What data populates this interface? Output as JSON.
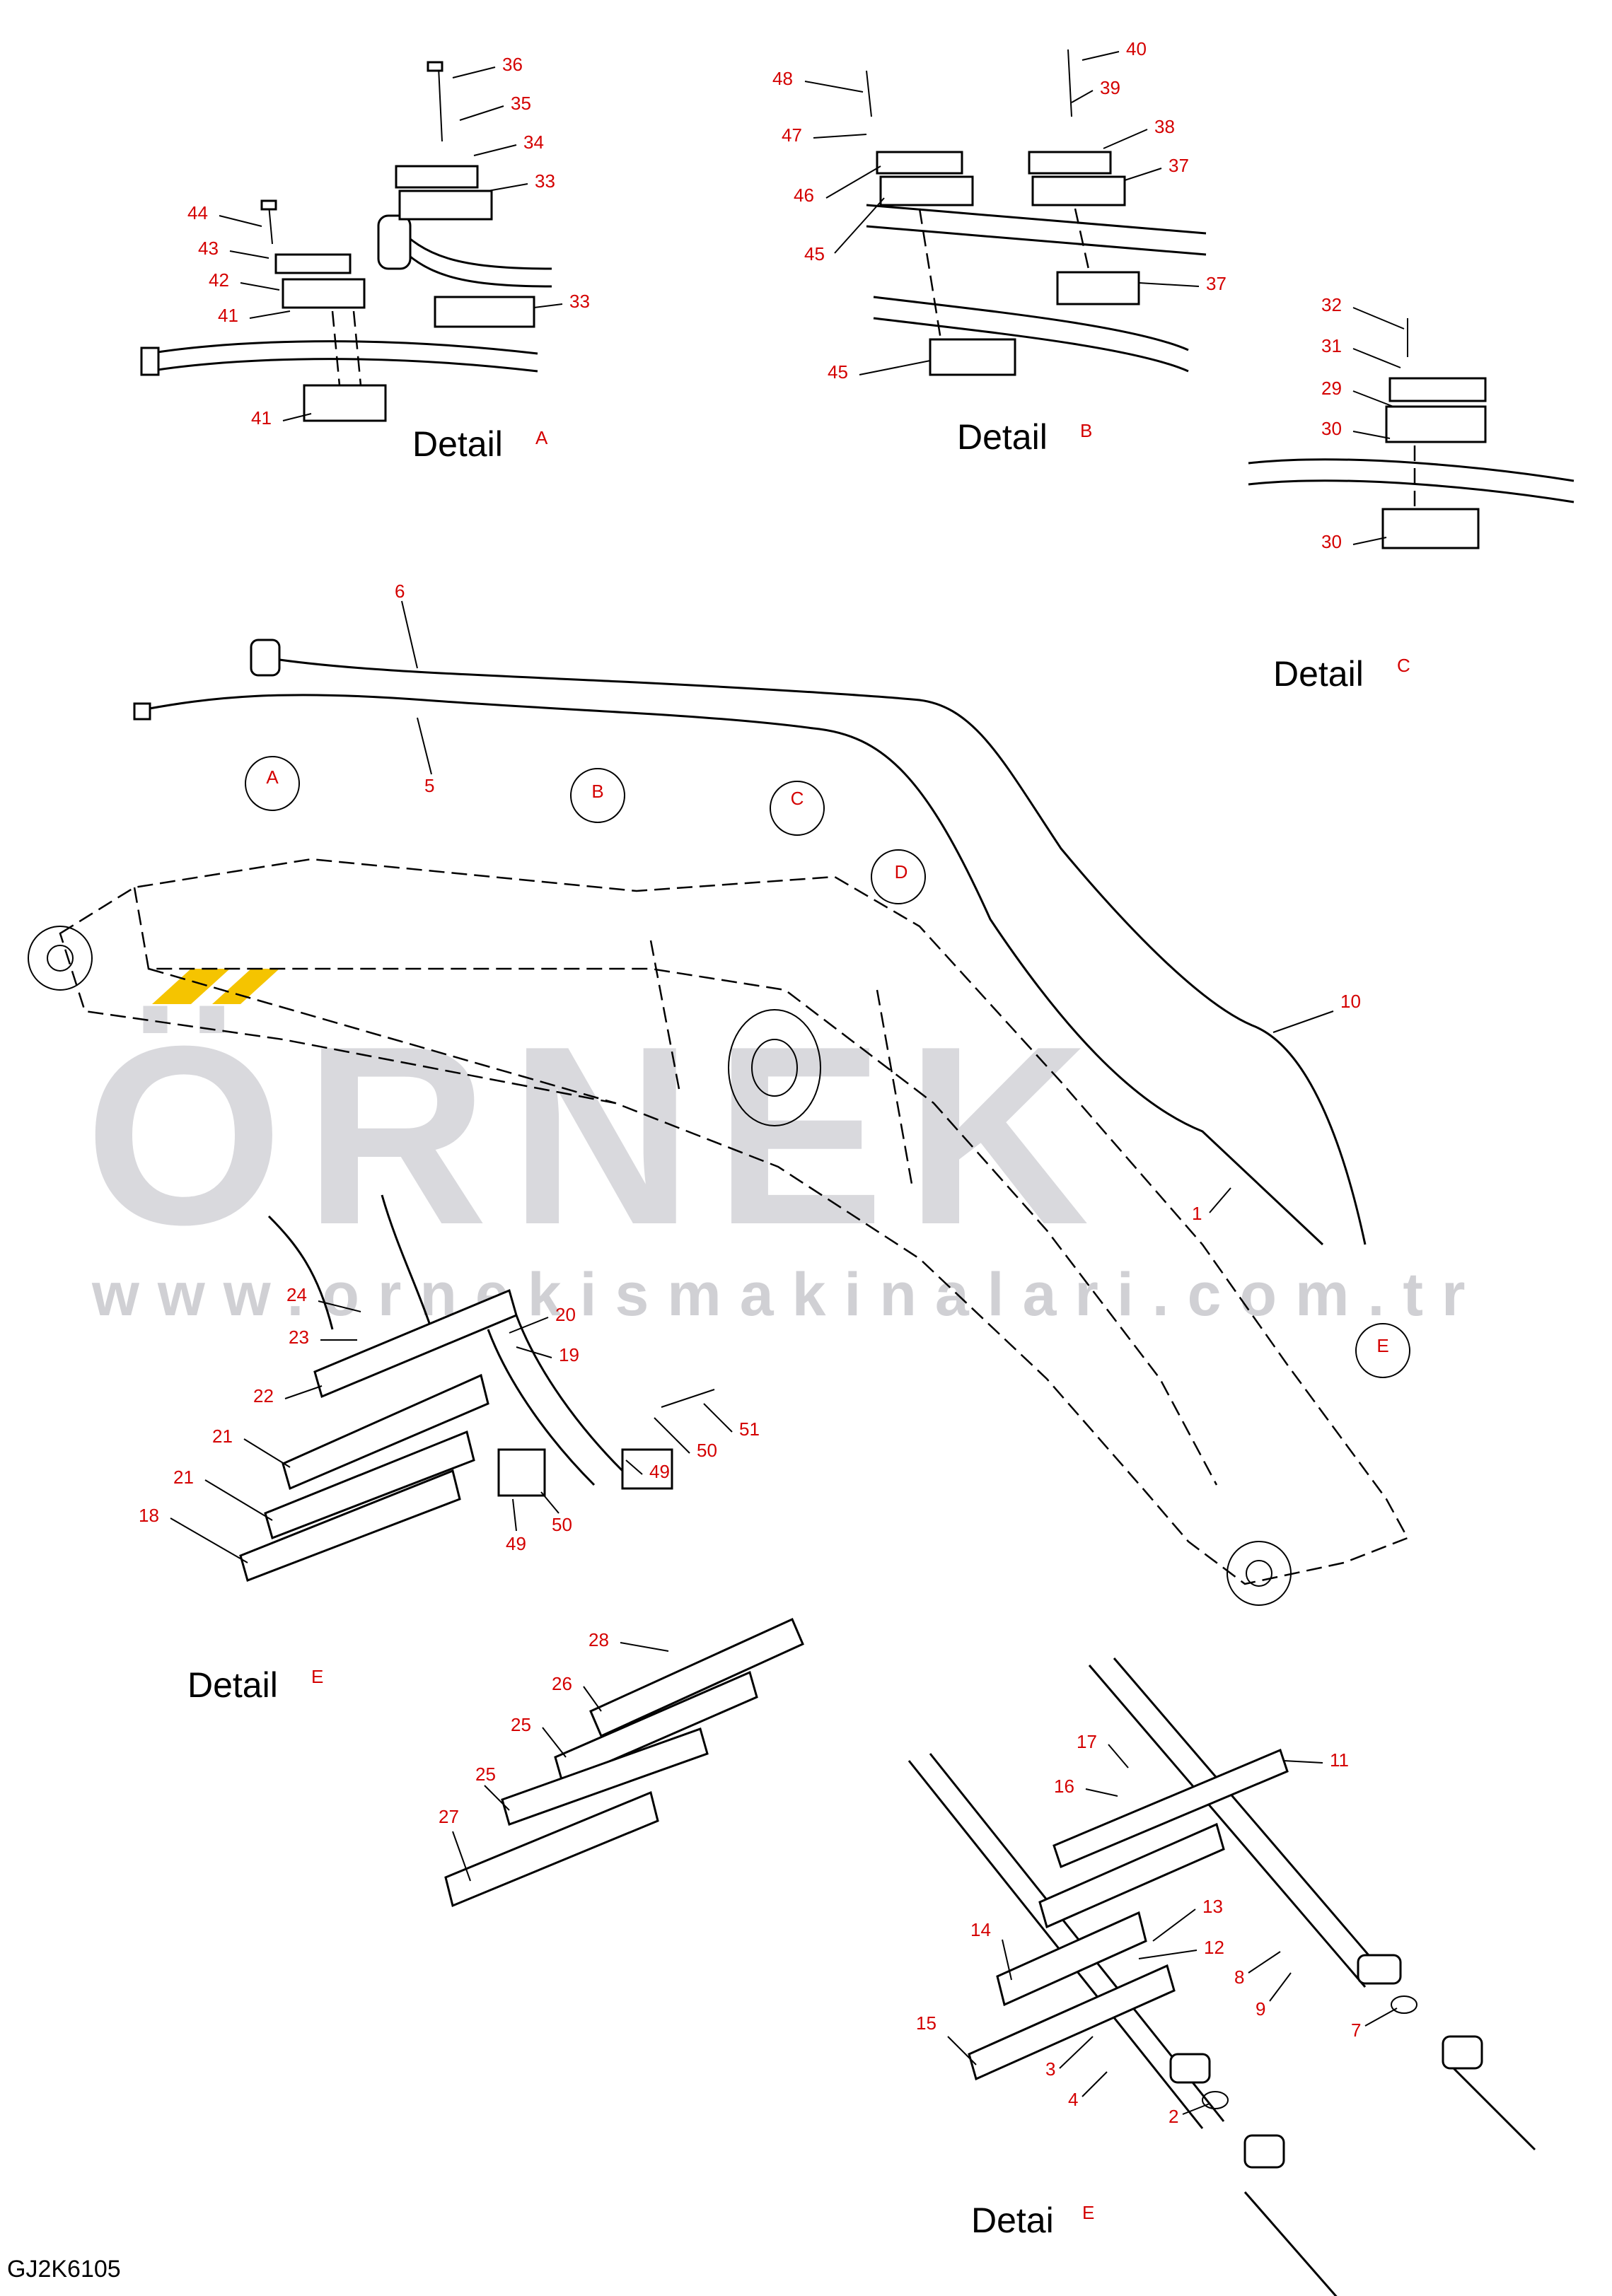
{
  "drawing_code": "GJ2K6105",
  "watermark": {
    "text": "ÖRNEK",
    "url": "www.ornekismakinalari.com.tr",
    "accent_color": "#f5c400",
    "text_color": "#d9d9dd"
  },
  "colors": {
    "part_number": "#d40000",
    "line": "#000000"
  },
  "detail_titles": [
    {
      "word": "Detail",
      "letter": "A"
    },
    {
      "word": "Detail",
      "letter": "B"
    },
    {
      "word": "Detail",
      "letter": "C"
    },
    {
      "word": "Detail",
      "letter": "E"
    },
    {
      "word": "Detai",
      "letter": "E"
    }
  ],
  "circle_labels": [
    "A",
    "B",
    "C",
    "D",
    "E"
  ],
  "part_numbers": {
    "detail_a": [
      "36",
      "35",
      "34",
      "33",
      "44",
      "43",
      "42",
      "41",
      "33",
      "41"
    ],
    "detail_b": [
      "48",
      "40",
      "39",
      "47",
      "38",
      "37",
      "46",
      "45",
      "37",
      "45"
    ],
    "detail_c": [
      "32",
      "31",
      "29",
      "30",
      "30"
    ],
    "main": [
      "6",
      "5",
      "10",
      "1"
    ],
    "detail_e_left": [
      "24",
      "23",
      "20",
      "19",
      "22",
      "51",
      "21",
      "50",
      "49",
      "21",
      "18",
      "50",
      "49"
    ],
    "detail_e_mid": [
      "28",
      "26",
      "25",
      "25",
      "27"
    ],
    "detail_e_right": [
      "17",
      "11",
      "16",
      "13",
      "14",
      "12",
      "8",
      "9",
      "15",
      "7",
      "3",
      "4",
      "2"
    ]
  }
}
